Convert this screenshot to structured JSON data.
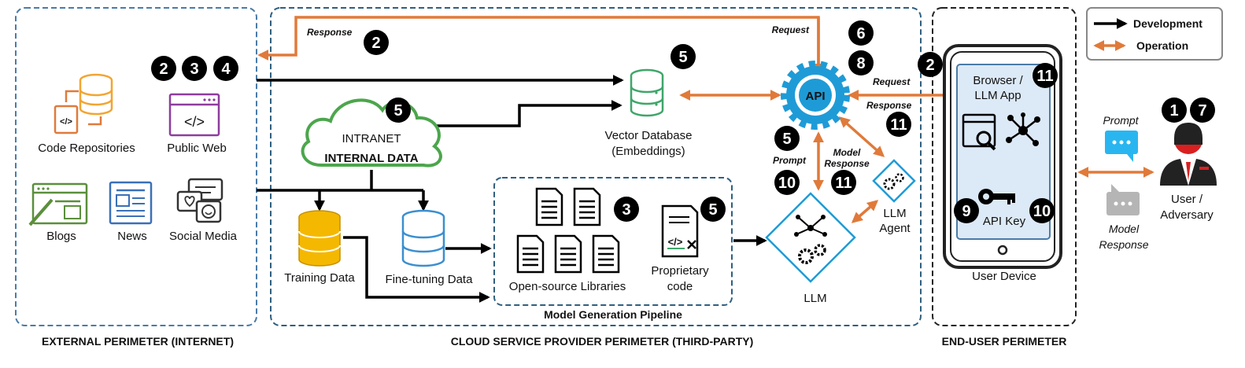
{
  "perimeters": {
    "external": "EXTERNAL PERIMETER (INTERNET)",
    "cloud": "CLOUD SERVICE PROVIDER PERIMETER (THIRD-PARTY)",
    "enduser": "END-USER PERIMETER"
  },
  "legend": {
    "development": "Development",
    "operation": "Operation"
  },
  "external_sources": {
    "code_repositories": "Code Repositories",
    "public_web": "Public Web",
    "blogs": "Blogs",
    "news": "News",
    "social_media": "Social Media"
  },
  "intranet": {
    "title": "INTRANET",
    "subtitle": "INTERNAL DATA"
  },
  "nodes": {
    "vector_db_line1": "Vector Database",
    "vector_db_line2": "(Embeddings)",
    "training_data": "Training Data",
    "finetuning_data": "Fine-tuning Data",
    "open_source_libraries": "Open-source Libraries",
    "proprietary_line1": "Proprietary",
    "proprietary_line2": "code",
    "pipeline_title": "Model Generation Pipeline",
    "api": "API",
    "llm": "LLM",
    "llm_agent_line1": "LLM",
    "llm_agent_line2": "Agent"
  },
  "device": {
    "app_line1": "Browser /",
    "app_line2": "LLM App",
    "api_key": "API Key",
    "label": "User Device"
  },
  "user": {
    "line1": "User /",
    "line2": "Adversary"
  },
  "edge_labels": {
    "response_top": "Response",
    "request_top": "Request",
    "request_device": "Request",
    "response_device": "Response",
    "prompt_api": "Prompt",
    "model_response_line1": "Model",
    "model_response_line2": "Response",
    "prompt_user": "Prompt",
    "model_response_user_line1": "Model",
    "model_response_user_line2": "Response"
  },
  "badges": {
    "response_top": "2",
    "external_a": "2",
    "external_b": "3",
    "external_c": "4",
    "vector_db": "5",
    "intranet": "5",
    "api_a": "6",
    "api_b": "8",
    "device_request": "2",
    "device_app": "11",
    "response_device": "11",
    "prompt_api": "5",
    "prompt_api_b": "10",
    "model_response": "11",
    "libraries": "3",
    "proprietary": "5",
    "api_key_a": "9",
    "api_key_b": "10",
    "user_a": "1",
    "user_b": "7"
  },
  "colors": {
    "development_arrow": "#000000",
    "operation_arrow": "#E07A3A",
    "perimeter_border": "#4A7BA7",
    "intranet_green": "#4CA64C",
    "api_blue": "#1E9BD7",
    "training_yellow": "#F5B800",
    "user_red": "#D92020"
  }
}
